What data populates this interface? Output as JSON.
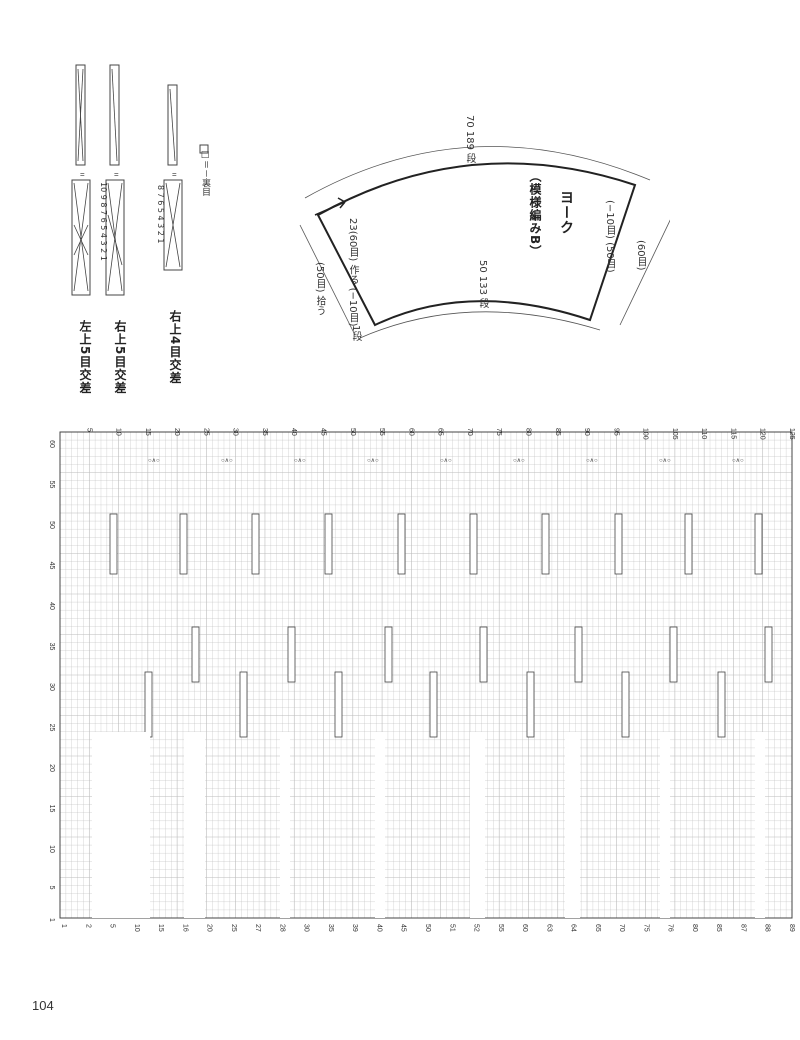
{
  "page": {
    "number": "104"
  },
  "legend": {
    "purl_symbol": "□＝－",
    "purl_label": "裏目",
    "cables": [
      {
        "label": "右上4目交差",
        "numbers": [
          "8",
          "7",
          "6",
          "5",
          "4",
          "3",
          "2",
          "1"
        ]
      },
      {
        "label": "右上5目交差",
        "numbers": [
          "10",
          "9",
          "8",
          "7",
          "6",
          "5",
          "4",
          "3",
          "2",
          "1"
        ]
      },
      {
        "label": "左上5目交差",
        "numbers": []
      }
    ]
  },
  "diagram": {
    "title": "ヨーク",
    "subtitle": "（模様編みB）",
    "outer_arc": [
      "70",
      "189",
      "段"
    ],
    "inner_arc": [
      "50",
      "133",
      "段"
    ],
    "right_edge": [
      "(−10目)",
      "(50目)",
      "(60目)"
    ],
    "left_edge": [
      "23(60目)",
      "作る",
      "(−10目)",
      "(50目)",
      "拾う"
    ],
    "row_start": "1段"
  },
  "chart": {
    "top_stitch_labels": [
      "125",
      "120",
      "115",
      "110",
      "105",
      "100",
      "95",
      "90",
      "85",
      "80",
      "75",
      "70",
      "65",
      "60",
      "55",
      "50",
      "45",
      "40",
      "35",
      "30",
      "25",
      "20",
      "15",
      "10",
      "5"
    ],
    "row_labels": [
      "60",
      "55",
      "50",
      "45",
      "40",
      "35",
      "30",
      "25",
      "20",
      "15",
      "10",
      "5",
      "1"
    ],
    "bottom_labels": [
      "1",
      "2",
      "5",
      "10",
      "15",
      "16",
      "20",
      "25",
      "27",
      "28",
      "30",
      "35",
      "39",
      "40",
      "45",
      "50",
      "51",
      "52",
      "55",
      "60",
      "63",
      "64",
      "65",
      "70",
      "75",
      "76",
      "80",
      "85",
      "87",
      "88",
      "89"
    ]
  }
}
